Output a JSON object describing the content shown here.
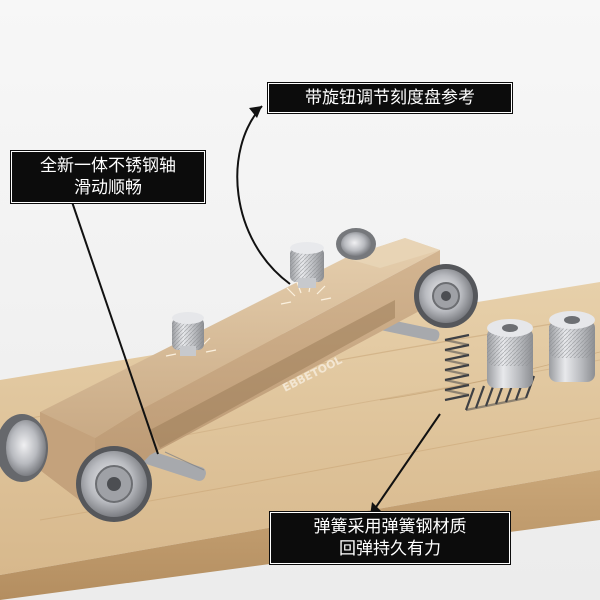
{
  "callouts": {
    "dial": {
      "text": "带旋钮调节刻度盘参考"
    },
    "shaft": {
      "line1": "全新一体不锈钢轴",
      "line2": "滑动顺畅"
    },
    "spring": {
      "line1": "弹簧采用弹簧钢材质",
      "line2": "回弹持久有力"
    }
  },
  "product": {
    "brand_text": "EBBETOOL"
  },
  "colors": {
    "gold_body": "#c6a784",
    "wood": "#dcc29a",
    "steel": "#b5b7bb",
    "label_bg": "#0c0c0c",
    "label_text": "#ffffff"
  }
}
